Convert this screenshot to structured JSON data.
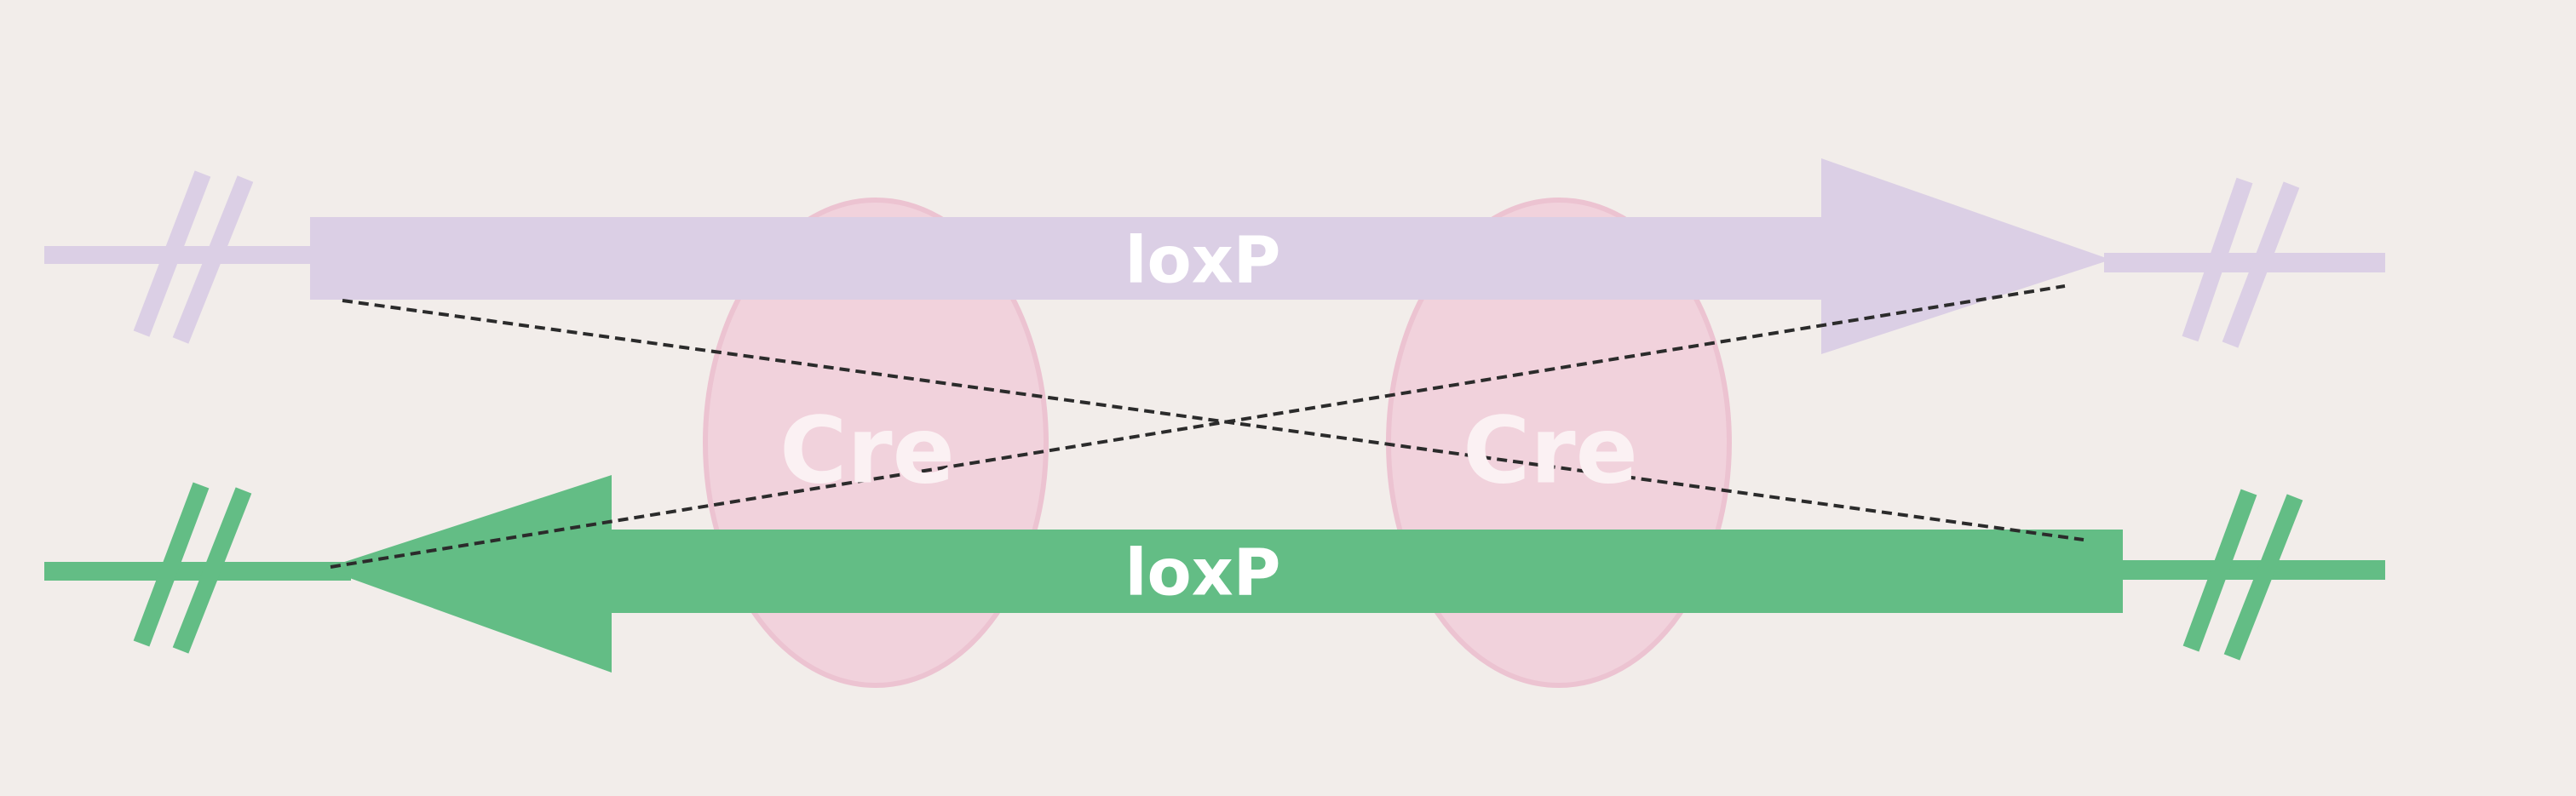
{
  "colors": {
    "background": "#f2edea",
    "top_strand": "#dbcfe5",
    "bottom_strand": "#63bd85",
    "cre": "#f1d2dc",
    "cre_edge": "#ecc3d1",
    "cre_label": "#fbf1f3",
    "arrow_label": "#ffffff",
    "crossover_line": "#2b2b2b"
  },
  "arrows": {
    "top": {
      "label": "loxP",
      "direction": "right"
    },
    "bottom": {
      "label": "loxP",
      "direction": "left"
    }
  },
  "cre": {
    "left": {
      "label": "Cre"
    },
    "right": {
      "label": "Cre"
    }
  },
  "icons": {
    "break_marks": "double-slash-break-icon"
  }
}
